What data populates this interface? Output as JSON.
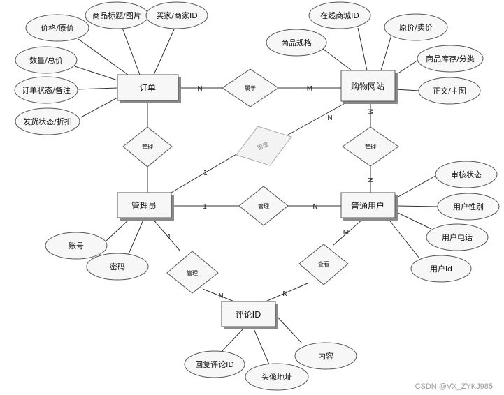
{
  "entities": {
    "order": "订单",
    "site": "购物网站",
    "admin": "管理员",
    "user": "普通用户",
    "comment": "评论ID"
  },
  "relationships": {
    "belongs": "属于",
    "admin_order": "管理",
    "admin_site": "管理",
    "site_user": "管理",
    "admin_user": "管理",
    "admin_comment": "管理",
    "user_comment": "查看"
  },
  "attributes": {
    "order": [
      "价格/原价",
      "商品标题/图片",
      "买家/商家ID",
      "数量/总价",
      "订单状态/备注",
      "发货状态/折扣"
    ],
    "site": [
      "在线商城ID",
      "商品规格",
      "原价/卖价",
      "商品库存/分类",
      "正文/主图"
    ],
    "user": [
      "审核状态",
      "用户性别",
      "用户电话",
      "用户id"
    ],
    "admin": [
      "账号",
      "密码"
    ],
    "comment": [
      "回复评论ID",
      "头像地址",
      "内容"
    ]
  },
  "cardinalities": {
    "order_belongs": "N",
    "site_belongs": "M",
    "site_admin_diag": "N",
    "admin_site_diag": "1",
    "site_vertical": "M",
    "user_vertical": "N",
    "admin_user": "1",
    "user_admin": "N",
    "admin_comment_top": "1",
    "comment_admin": "N",
    "comment_user": "N",
    "user_comment": "M"
  },
  "watermark": "CSDN @VX_ZYKJ985"
}
